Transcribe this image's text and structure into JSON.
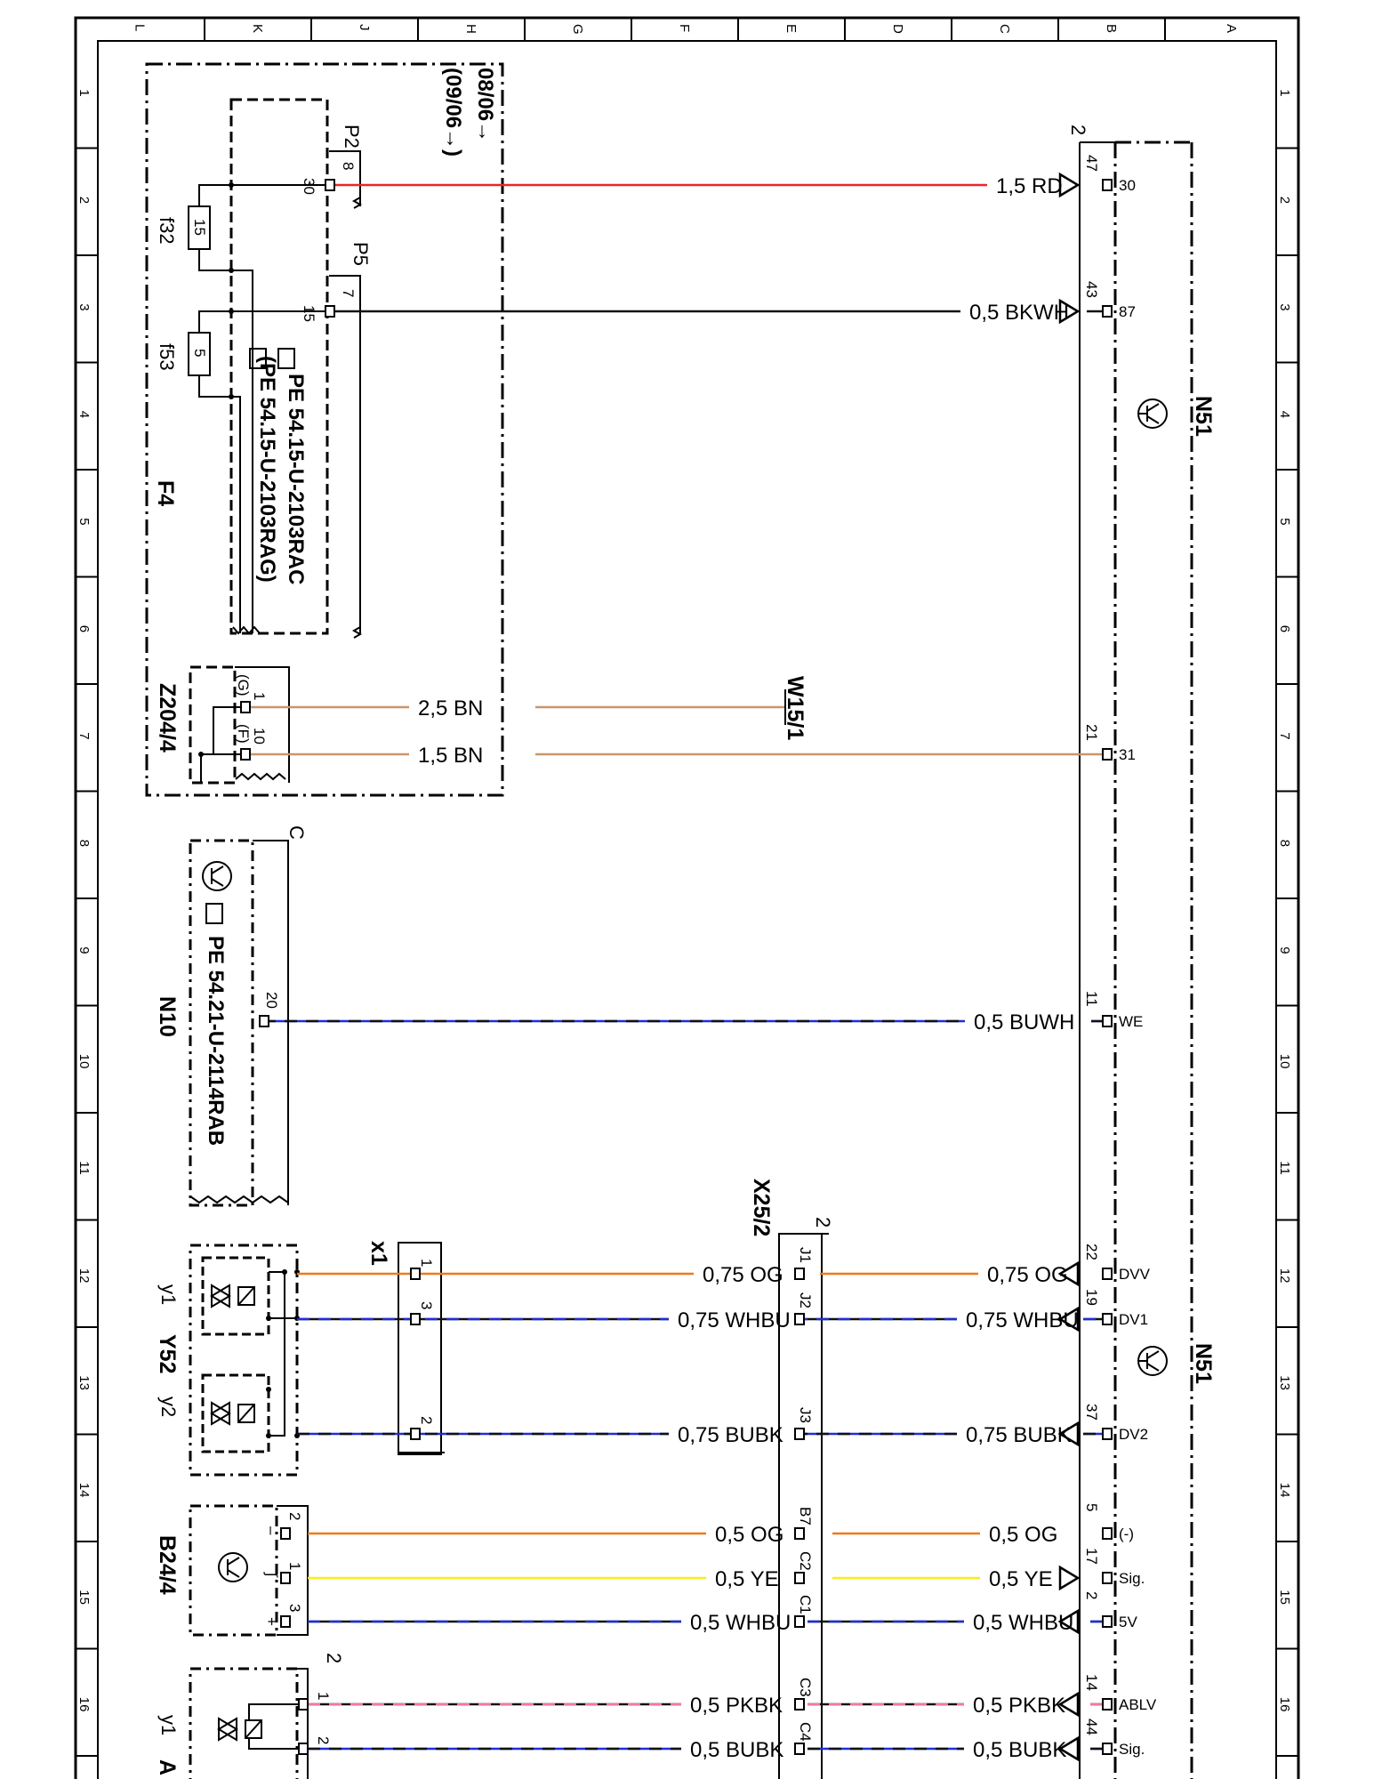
{
  "grid": {
    "columns": [
      "L",
      "K",
      "J",
      "H",
      "G",
      "F",
      "E",
      "D",
      "C",
      "B",
      "A"
    ],
    "rows": [
      "1",
      "2",
      "3",
      "4",
      "5",
      "6",
      "7",
      "8",
      "9",
      "10",
      "11",
      "12",
      "13",
      "14",
      "15",
      "16"
    ]
  },
  "colors": {
    "RD": "#e8262a",
    "BK": "#111111",
    "BN": "#c8956a",
    "BU": "#1d2fd8",
    "WH": "#ffffff",
    "OG": "#ee7a1c",
    "YE": "#f6ee1a",
    "PK": "#f07a9c"
  },
  "components": {
    "N51_top": "N51",
    "N51_bottom": "N51",
    "N51_connector_top": "2",
    "F4": "F4",
    "F4_date_line1": "08/06→",
    "F4_date_line2": "(09/06→)",
    "F4_ref1": "PE 54.15-U-2103RAC",
    "F4_ref2": "(PE 54.15-U-2103RAG)",
    "P2": "P2",
    "P5": "P5",
    "f32": "f32",
    "f32_value": "15",
    "f53": "f53",
    "f53_value": "5",
    "Z204": "Z204/4",
    "W15": "W15/1",
    "N10": "N10",
    "N10_conn": "C",
    "N10_ref": "PE 54.21-U-2114RAB",
    "X25": "X25/2",
    "X25_conn": "2",
    "x1": "x1",
    "Y52": "Y52",
    "Y52_y1": "y1",
    "Y52_y2": "y2",
    "B24": "B24/4",
    "A_partial": "A",
    "A_y1": "y1",
    "A_conn": "2"
  },
  "wires": [
    {
      "label": "1,5 RD",
      "color": "RD",
      "stripe": null
    },
    {
      "label": "0,5 BKWH",
      "color": "BK",
      "stripe": null
    },
    {
      "label": "2,5 BN",
      "color": "BN",
      "stripe": null
    },
    {
      "label": "1,5 BN",
      "color": "BN",
      "stripe": null
    },
    {
      "label": "0,5 BUWH",
      "color": "BU",
      "stripe": "BK"
    },
    {
      "label": "0,75 OG",
      "color": "OG",
      "stripe": null
    },
    {
      "label": "0,75 WHBU",
      "color": "BK",
      "stripe": "BU"
    },
    {
      "label": "0,75 BUBK",
      "color": "BU",
      "stripe": "BK"
    },
    {
      "label": "0,5 OG",
      "color": "OG",
      "stripe": null
    },
    {
      "label": "0,5 YE",
      "color": "YE",
      "stripe": null
    },
    {
      "label": "0,5 WHBU",
      "color": "BK",
      "stripe": "BU"
    },
    {
      "label": "0,5 PKBK",
      "color": "BK",
      "stripe": "PK"
    },
    {
      "label": "0,5 BUBK",
      "color": "BU",
      "stripe": "BK"
    }
  ],
  "n51_pins": [
    {
      "num": "47",
      "sig": "30"
    },
    {
      "num": "43",
      "sig": "87"
    },
    {
      "num": "21",
      "sig": "31"
    },
    {
      "num": "11",
      "sig": "WE"
    },
    {
      "num": "22",
      "sig": "DVV"
    },
    {
      "num": "19",
      "sig": "DV1"
    },
    {
      "num": "37",
      "sig": "DV2"
    },
    {
      "num": "5",
      "sig": "(-)"
    },
    {
      "num": "17",
      "sig": "Sig."
    },
    {
      "num": "2",
      "sig": "5V"
    },
    {
      "num": "14",
      "sig": "ABLV"
    },
    {
      "num": "44",
      "sig": "Sig."
    }
  ],
  "x25_pins": [
    "J1",
    "J2",
    "J3",
    "B7",
    "C2",
    "C1",
    "C3",
    "C4"
  ],
  "left_pins": {
    "p2_pin": "8",
    "p2_term": "30",
    "p5_pin": "7",
    "p5_term": "15",
    "z_pin1": "1",
    "z_pin1_g": "(G)",
    "z_pin10": "10",
    "z_pin10_f": "(F)",
    "n10_pin": "20",
    "x1_pin1": "1",
    "x1_pin3": "3",
    "x1_pin2": "2",
    "b24_pin2": "2",
    "b24_pin1": "1",
    "b24_pin3": "3",
    "b24_minus": "–",
    "b24_sig": "∫",
    "b24_plus": "+",
    "a_pin1": "1",
    "a_pin2": "2"
  }
}
